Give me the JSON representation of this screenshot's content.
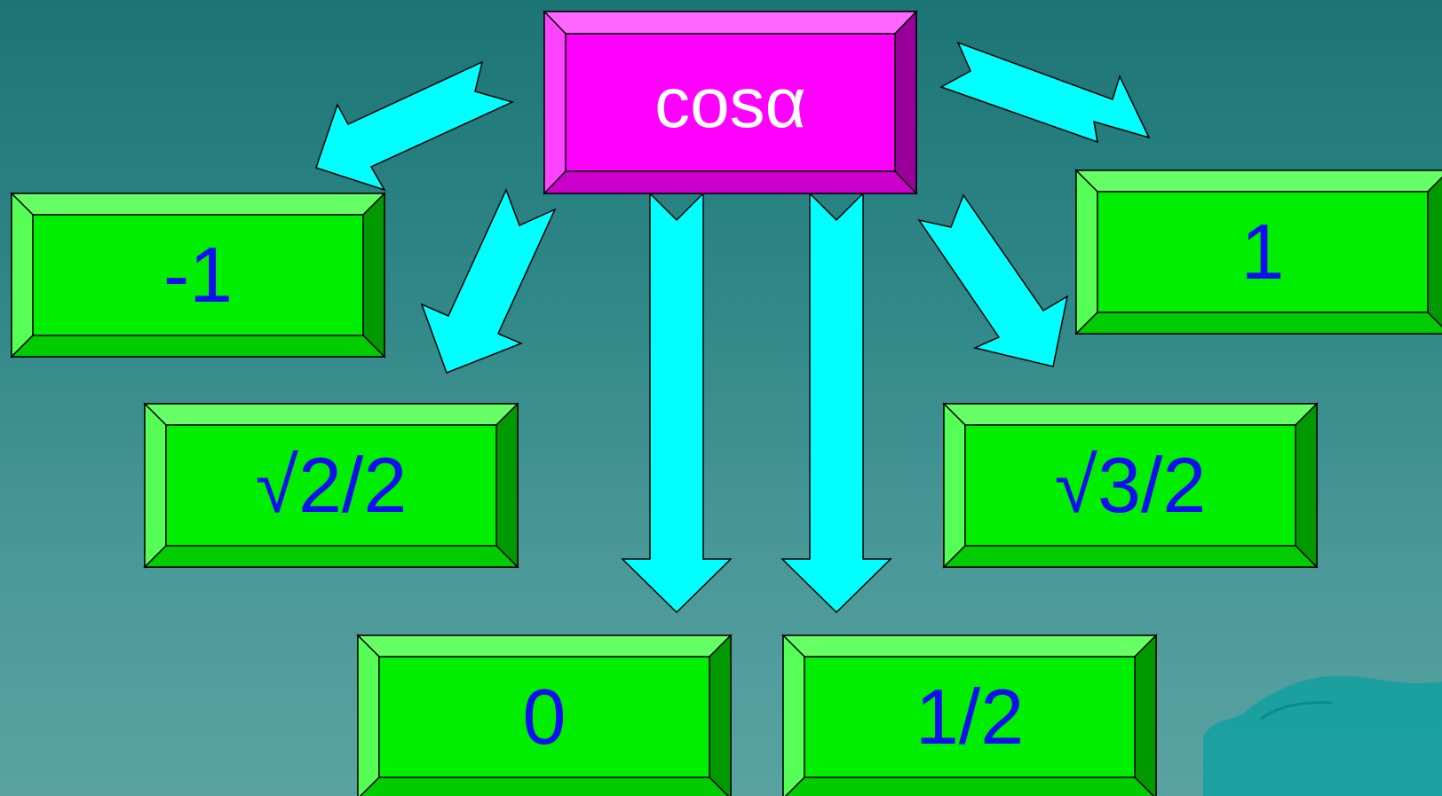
{
  "root": {
    "text": "cosα"
  },
  "values": {
    "minus_one": "-1",
    "sqrt2_over_2": "√2/2",
    "zero": "0",
    "half": "1/2",
    "sqrt3_over_2": "√3/2",
    "one": "1"
  },
  "colors": {
    "background_top": "#1c7474",
    "background_bottom": "#5aa2a2",
    "root_face": "#ff00ff",
    "value_face": "#00ee00",
    "arrow": "#00ffff",
    "value_text": "#1010ee",
    "root_text": "#ffffff"
  },
  "icons": [
    "arrow-down-left",
    "arrow-down",
    "arrow-down-right",
    "decorative-wave"
  ]
}
